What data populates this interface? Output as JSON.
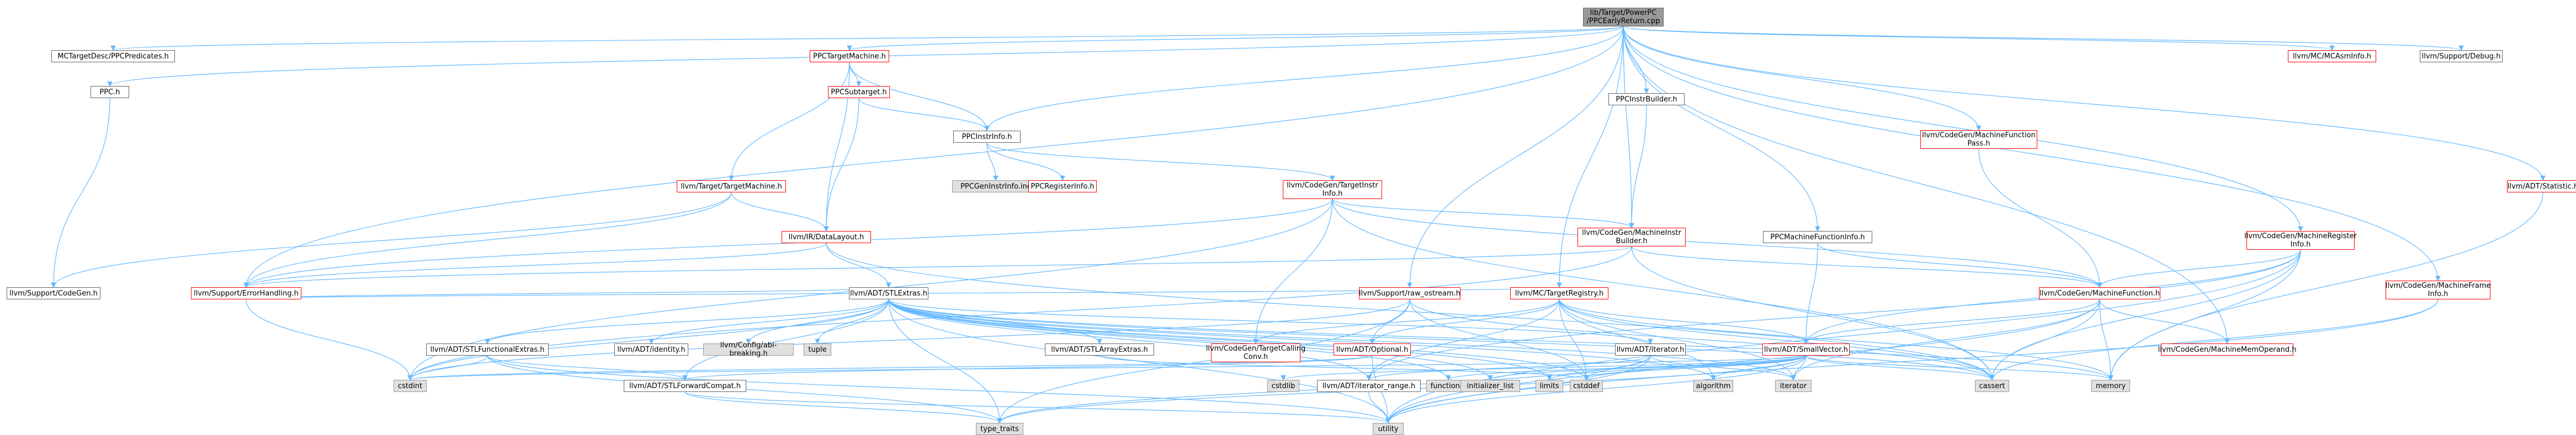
{
  "colors": {
    "edge": "#63b8ff",
    "edge_alt": "#1c76b2",
    "node_border": "#666666",
    "node_red": "#ff0000",
    "node_sys": "#e0e0e0",
    "node_root": "#999999"
  },
  "nodes": {
    "root": "lib/Target/PowerPC\n/PPCEarlyReturn.cpp",
    "mctargetdesc": "MCTargetDesc/PPCPredicates.h",
    "ppc_h": "PPC.h",
    "ppctargetmachine": "PPCTargetMachine.h",
    "ppcsubtarget": "PPCSubtarget.h",
    "ppcinstrinfo": "PPCInstrInfo.h",
    "ppcgeninstrinfo": "PPCGenInstrInfo.inc",
    "ppcregisterinfo": "PPCRegisterInfo.h",
    "target_machine": "llvm/Target/TargetMachine.h",
    "datalayout": "llvm/IR/DataLayout.h",
    "targetinstrinfo": "llvm/CodeGen/TargetInstr\nInfo.h",
    "instrbuilder_header": "PPCInstrBuilder.h",
    "machineinstrbuilder": "llvm/CodeGen/MachineInstr\nBuilder.h",
    "ppcmachinefunctioninfo": "PPCMachineFunctionInfo.h",
    "mfpass": "llvm/CodeGen/MachineFunction\nPass.h",
    "mcasminfo": "llvm/MC/MCAsmInfo.h",
    "support_debug": "llvm/Support/Debug.h",
    "adt_statistic": "llvm/ADT/Statistic.h",
    "machineregisterinfo": "llvm/CodeGen/MachineRegister\nInfo.h",
    "machineframeinfo": "llvm/CodeGen/MachineFrame\nInfo.h",
    "codegen_header": "llvm/Support/CodeGen.h",
    "errorhandling": "llvm/Support/ErrorHandling.h",
    "stlextras": "llvm/ADT/STLExtras.h",
    "raw_ostream": "llvm/Support/raw_ostream.h",
    "targetregistry": "llvm/MC/TargetRegistry.h",
    "machinefunction": "llvm/CodeGen/MachineFunction.h",
    "machinememoperand": "llvm/CodeGen/MachineMemOperand.h",
    "stlfunctionalextras": "llvm/ADT/STLFunctionalExtras.h",
    "identity": "llvm/ADT/identity.h",
    "abi_breaking": "llvm/Config/abi-breaking.h",
    "tuple": "tuple",
    "stlarrayextras": "llvm/ADT/STLArrayExtras.h",
    "targetcallingconv": "llvm/CodeGen/TargetCalling\nConv.h",
    "optional": "llvm/ADT/Optional.h",
    "iterator_h": "llvm/ADT/iterator.h",
    "smallvector": "llvm/ADT/SmallVector.h",
    "cstdint": "cstdint",
    "stlforwardcompat": "llvm/ADT/STLForwardCompat.h",
    "cstdlib": "cstdlib",
    "iterator_range": "llvm/ADT/iterator_range.h",
    "functional": "functional",
    "initializer_list": "initializer_list",
    "limits": "limits",
    "cstddef": "cstddef",
    "algorithm": "algorithm",
    "iterator": "iterator",
    "cassert": "cassert",
    "memory": "memory",
    "type_traits": "type_traits",
    "utility": "utility"
  }
}
